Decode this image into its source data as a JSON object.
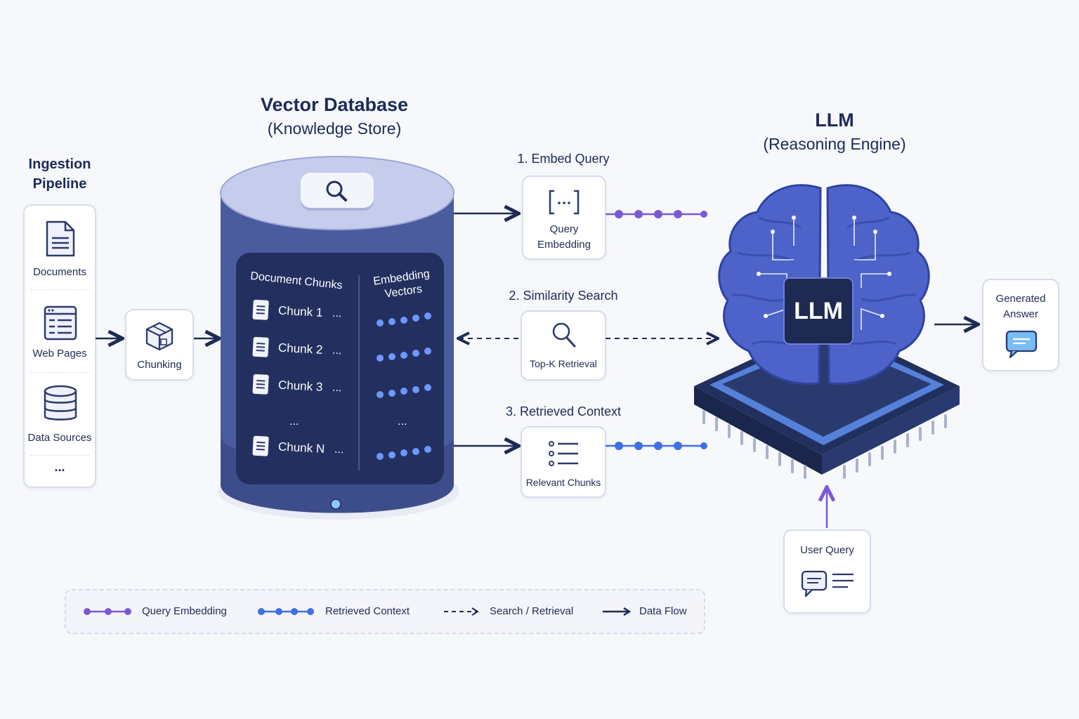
{
  "ingestion": {
    "title_line1": "Ingestion",
    "title_line2": "Pipeline",
    "items": [
      {
        "label": "Documents",
        "icon": "document-icon"
      },
      {
        "label": "Web Pages",
        "icon": "web-page-icon"
      },
      {
        "label": "Data Sources",
        "icon": "database-icon"
      }
    ],
    "more": "..."
  },
  "chunking": {
    "label": "Chunking",
    "icon": "cube-icon"
  },
  "vector_db": {
    "title": "Vector Database",
    "subtitle": "(Knowledge Store)",
    "col_chunks": "Document Chunks",
    "col_vectors_line1": "Embedding",
    "col_vectors_line2": "Vectors",
    "chunks": [
      "Chunk 1",
      "Chunk 2",
      "Chunk 3",
      "Chunk N"
    ],
    "row_ellipsis": "...",
    "gap_ellipsis": "..."
  },
  "steps": {
    "embed": {
      "title": "1. Embed Query",
      "line1": "Query",
      "line2": "Embedding"
    },
    "search": {
      "title": "2. Similarity Search",
      "label": "Top-K Retrieval"
    },
    "context": {
      "title": "3. Retrieved Context",
      "label": "Relevant Chunks"
    }
  },
  "llm": {
    "title": "LLM",
    "subtitle": "(Reasoning Engine)",
    "chip_label": "LLM"
  },
  "answer": {
    "line1": "Generated",
    "line2": "Answer"
  },
  "user_query": {
    "label": "User Query"
  },
  "legend": {
    "query_embedding": "Query Embedding",
    "retrieved_context": "Retrieved Context",
    "search_retrieval": "Search / Retrieval",
    "data_flow": "Data Flow"
  },
  "colors": {
    "purple": "#7b59d6",
    "blue": "#3f6ee8",
    "navy": "#1e2b55",
    "db_body": "#4a5b9e",
    "brain": "#4d63c9"
  }
}
